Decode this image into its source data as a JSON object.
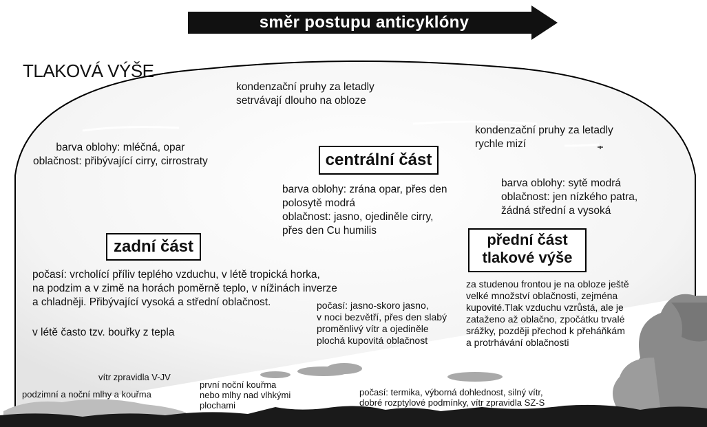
{
  "arrow": {
    "label": "směr postupu anticyklóny"
  },
  "title": "TLAKOVÁ VÝŠE",
  "top_left": {
    "contrail": "kondenzační pruhy za letadly\nsetrvávají dlouho na obloze",
    "sky": "barva oblohy: mléčná, opar\noblačnost: přibývající cirry, cirrostraty"
  },
  "top_right": {
    "contrail": "kondenzační pruhy za letadly\nrychle mizí",
    "sky": "barva oblohy: sytě modrá\noblačnost: jen nízkého patra,\n     žádná střední a vysoká"
  },
  "central": {
    "label": "centrální část",
    "sky": "barva oblohy: zrána opar, přes den\n      polosytě modrá\noblačnost: jasno, ojediněle cirry,\n      přes den Cu humilis",
    "weather": "počasí: jasno-skoro jasno,\nv noci bezvětří, přes den slabý\nproměnlivý vítr a ojediněle\nplochá kupovitá oblačnost"
  },
  "rear": {
    "label": "zadní část",
    "weather": "počasí: vrcholící příliv teplého vzduchu, v létě tropická horka,\nna podzim a v zimě na horách poměrně teplo, v nížinách inverze\na chladněji. Přibývající vysoká a střední oblačnost.",
    "storms": "v létě často tzv. bouřky z tepla",
    "wind": "vítr zpravidla V-JV",
    "fog": "podzimní a noční mlhy a kouřma"
  },
  "middle_bottom": {
    "fog": "první noční kouřma\nnebo mlhy nad vlhkými\nplochami"
  },
  "front": {
    "label": "přední část\ntlakové výše",
    "description": "za studenou frontou je na obloze ještě\nvelké množství oblačnosti, zejména\nkupovité.Tlak vzduchu vzrůstá, ale je\nzataženo až oblačno, zpočátku trvalé\nsrážky, později přechod k přeháňkám\na protrhávání oblačnosti",
    "weather": "počasí: termika, výborná dohlednost, silný vítr,\n     dobré rozptylové podmínky, vítr zpravidla SZ-S"
  }
}
